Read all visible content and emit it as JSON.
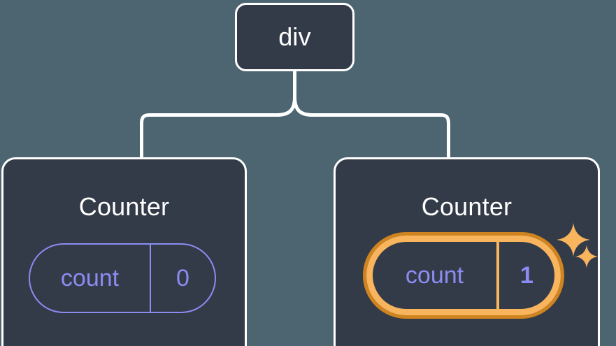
{
  "diagram": {
    "type": "component-tree",
    "background_color": "#4c6570",
    "node_fill_color": "#343b48",
    "node_border_color": "#ffffff",
    "connector_color": "#ffffff",
    "accent_purple": "#8b8cf2",
    "highlight_orange_outer": "#cf8420",
    "highlight_orange_inner": "#f8b55e",
    "root": {
      "label": "div"
    },
    "children": [
      {
        "title": "Counter",
        "state": {
          "key": "count",
          "value": "0"
        },
        "highlighted": false
      },
      {
        "title": "Counter",
        "state": {
          "key": "count",
          "value": "1"
        },
        "highlighted": true,
        "sparkles": [
          {
            "name": "sparkle-large-icon"
          },
          {
            "name": "sparkle-small-icon"
          }
        ]
      }
    ]
  }
}
